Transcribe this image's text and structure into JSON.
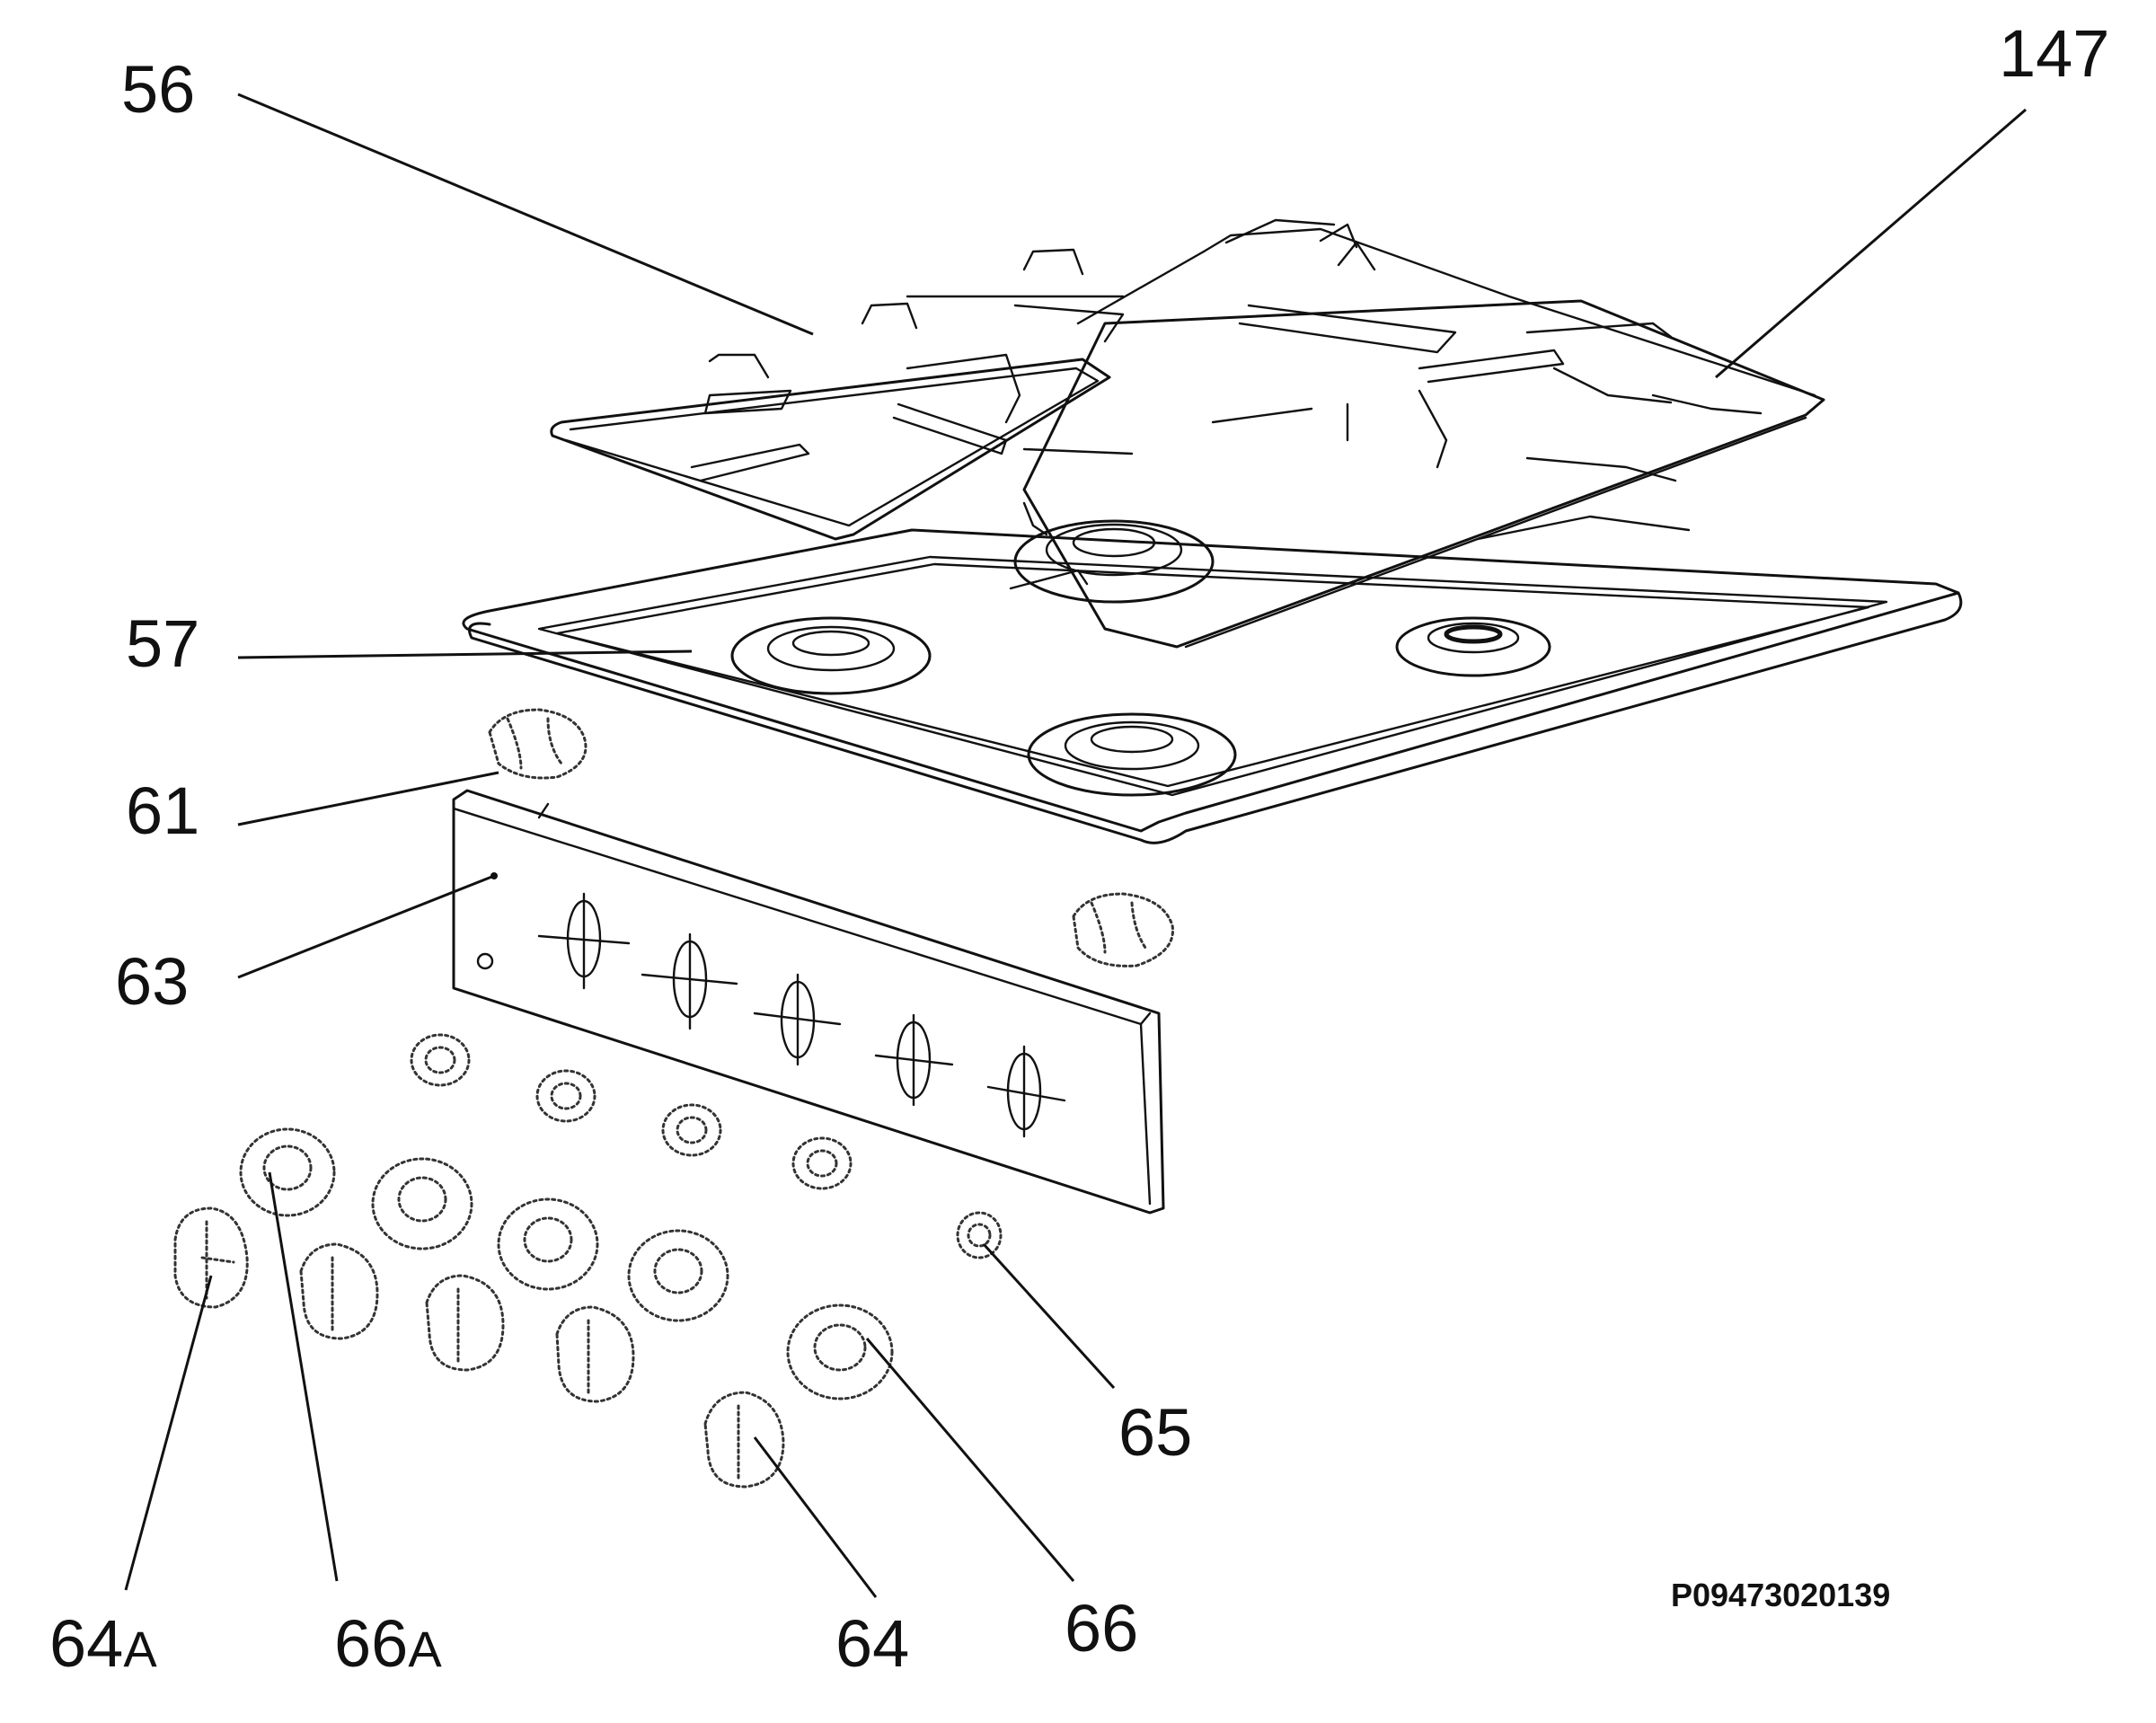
{
  "diagram": {
    "callouts": [
      {
        "id": "56",
        "text": "56"
      },
      {
        "id": "147",
        "text": "147"
      },
      {
        "id": "57",
        "text": "57"
      },
      {
        "id": "61",
        "text": "61"
      },
      {
        "id": "63",
        "text": "63"
      },
      {
        "id": "65",
        "text": "65"
      },
      {
        "id": "64a",
        "num": "64",
        "suffix": "A"
      },
      {
        "id": "66a",
        "num": "66",
        "suffix": "A"
      },
      {
        "id": "64",
        "text": "64"
      },
      {
        "id": "66",
        "text": "66"
      }
    ],
    "drawing_code": "P09473020139"
  }
}
